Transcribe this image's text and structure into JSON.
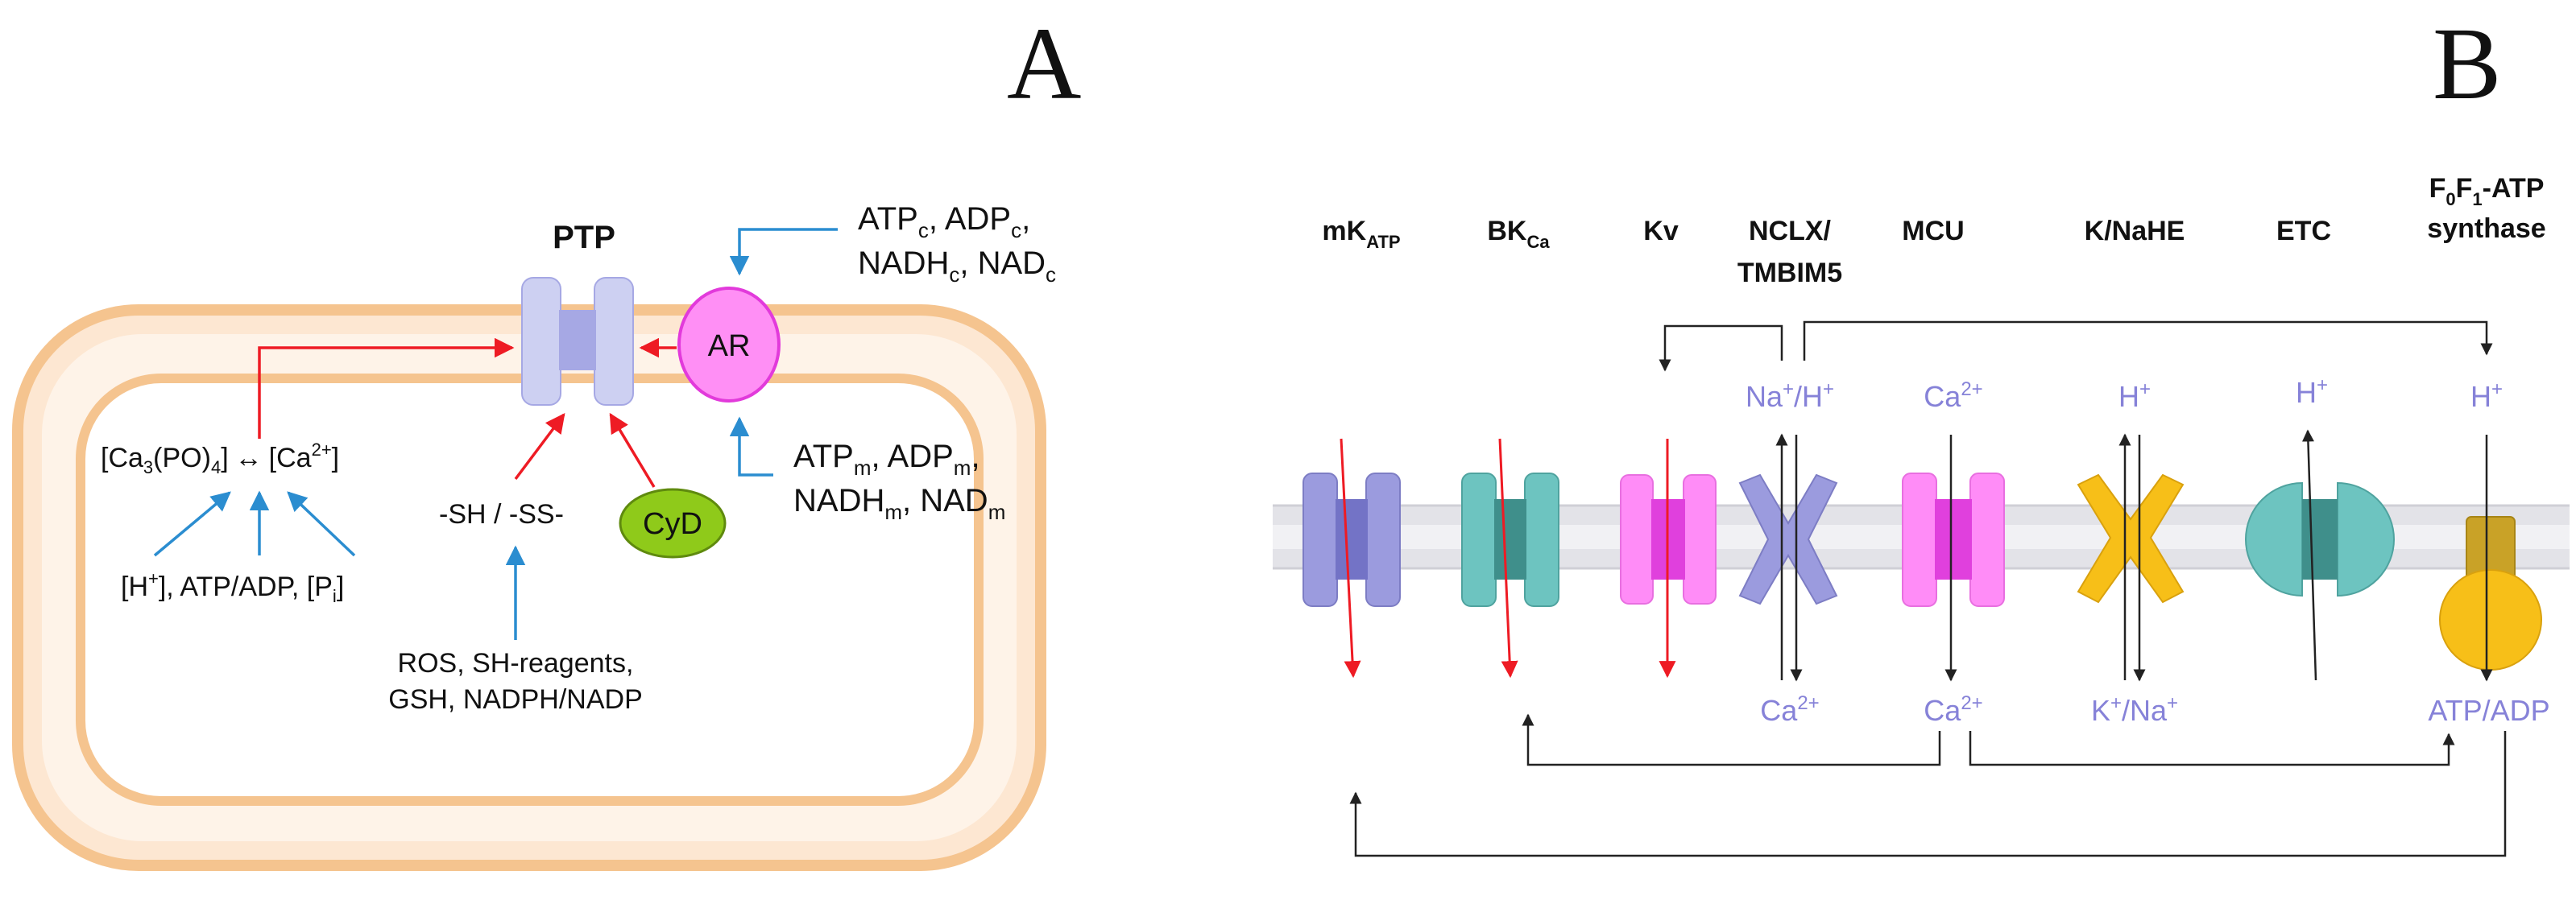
{
  "panel_a": {
    "letter": "A",
    "ptp": "PTP",
    "ar": "AR",
    "cyd": "CyD",
    "cyto_line1": "ATPᴄ, ADPᴄ,",
    "cyto": {
      "l1a": "ATP",
      "l1a_sub": "c",
      "l1b": ", ADP",
      "l1b_sub": "c",
      "l1c": ",",
      "l2a": "NADH",
      "l2a_sub": "c",
      "l2b": ", NAD",
      "l2b_sub": "c"
    },
    "matrix": {
      "l1a": "ATP",
      "l1a_sub": "m",
      "l1b": ", ADP",
      "l1b_sub": "m",
      "l1c": ",",
      "l2a": "NADH",
      "l2a_sub": "m",
      "l2b": ", NAD",
      "l2b_sub": "m"
    },
    "caphos": {
      "a": "[Ca",
      "a_sub": "3",
      "b": "(PO)",
      "b_sub": "4",
      "c": "]",
      "arrow": "↔",
      "d": "[Ca",
      "d_sup": "2+",
      "e": "]"
    },
    "ions": {
      "a": "[H",
      "a_sup": "+",
      "b": "], ATP/ADP, [P",
      "b_sub": "i",
      "c": "]"
    },
    "thiol": "-SH / -SS-",
    "ros_line1": "ROS, SH-reagents,",
    "ros_line2": "GSH, NADPH/NADP"
  },
  "panel_b": {
    "letter": "B",
    "labels": {
      "mkatp": "mK",
      "mkatp_sub": "ATP",
      "bkca": "BK",
      "bkca_sub": "Ca",
      "kv": "Kv",
      "nclx1": "NCLX/",
      "nclx2": "TMBIM5",
      "mcu": "MCU",
      "knahe": "K/NaHE",
      "etc": "ETC",
      "atps_a": "F",
      "atps_a_sub": "0",
      "atps_b": "F",
      "atps_b_sub": "1",
      "atps_c": "-ATP",
      "atps2": "synthase"
    },
    "top": {
      "nah": "Na",
      "nah_sup1": "+",
      "nah_mid": "/H",
      "nah_sup2": "+",
      "ca": "Ca",
      "ca_sup": "2+",
      "h1": "H",
      "h1_sup": "+",
      "h2": "H",
      "h2_sup": "+",
      "h3": "H",
      "h3_sup": "+"
    },
    "bottom": {
      "ca1": "Ca",
      "ca1_sup": "2+",
      "ca2": "Ca",
      "ca2_sup": "2+",
      "kna": "K",
      "kna_sup1": "+",
      "kna_mid": "/Na",
      "kna_sup2": "+",
      "atpadp": "ATP/ADP"
    }
  },
  "colors": {
    "cell_fill": "#fde7d2",
    "cell_stroke": "#f5c48f",
    "ptp_fill": "#cdd0f2",
    "ptp_core": "#a6a8e4",
    "ar_fill": "#ff8ff5",
    "ar_stroke": "#e23adb",
    "cyd_fill": "#8fca1a",
    "red": "#ee1b24",
    "blue": "#2b8dd0",
    "ion": "#8682d8",
    "mk": "#9b9bde",
    "bk": "#6dc4c0",
    "kv": "#ff8cf7",
    "nclx": "#9b9bde",
    "mcu": "#ff8cf7",
    "knahe": "#f7bf18",
    "etc": "#6dc4c0",
    "atps": "#f7bf18",
    "atps_stalk": "#c9a227"
  }
}
